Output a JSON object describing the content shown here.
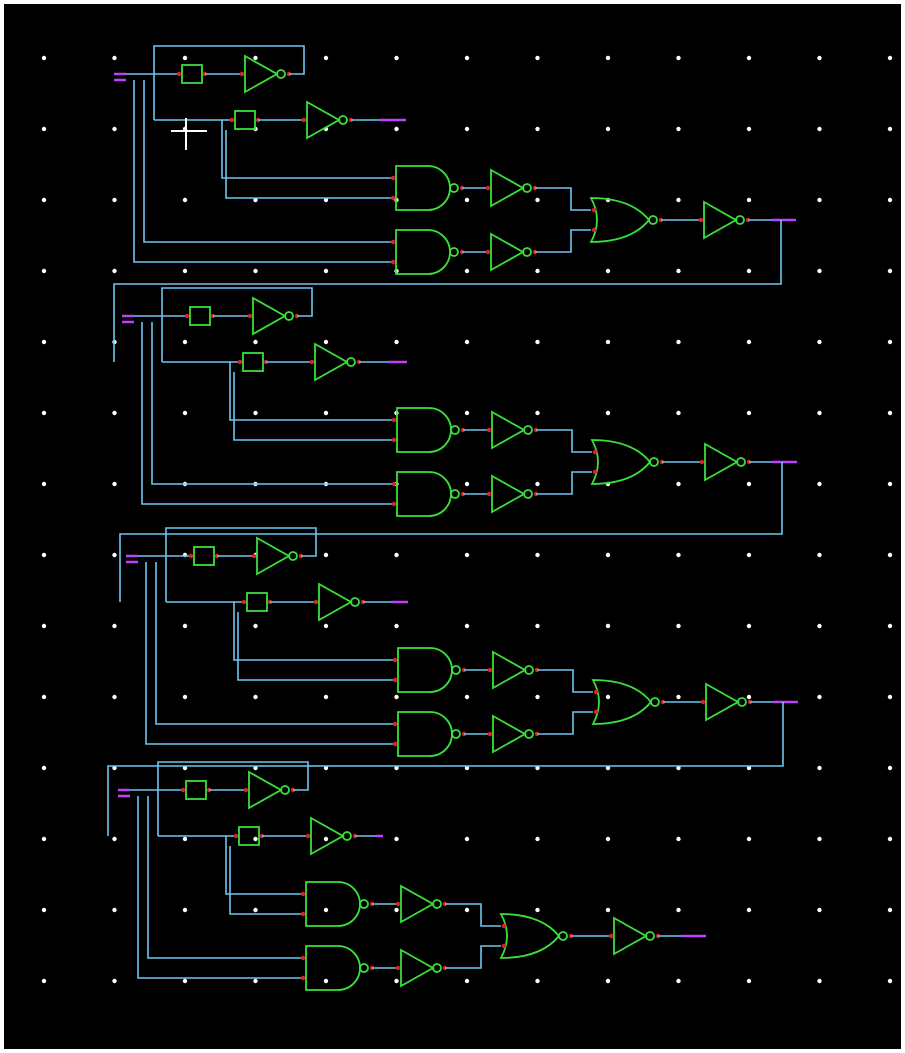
{
  "colors": {
    "background": "#000000",
    "grid_dot": "#ffffff",
    "wire": "#6ec6f0",
    "gate": "#39e039",
    "pin": "#e02020",
    "port": "#c040ff",
    "label": "#e8e020",
    "frame": "#ffffff"
  },
  "stages": [
    {
      "id": "stage-1",
      "gates": [
        "buffer",
        "inverter",
        "buffer",
        "inverter",
        "and",
        "inverter",
        "and",
        "inverter",
        "or",
        "inverter"
      ]
    },
    {
      "id": "stage-2",
      "gates": [
        "buffer",
        "inverter",
        "buffer",
        "inverter",
        "and",
        "inverter",
        "and",
        "inverter",
        "or",
        "inverter"
      ]
    },
    {
      "id": "stage-3",
      "gates": [
        "buffer",
        "inverter",
        "buffer",
        "inverter",
        "and",
        "inverter",
        "and",
        "inverter",
        "or",
        "inverter"
      ]
    },
    {
      "id": "stage-4",
      "gates": [
        "buffer",
        "inverter",
        "buffer",
        "inverter",
        "and",
        "inverter",
        "and",
        "inverter",
        "or",
        "inverter"
      ]
    }
  ],
  "cursor": "crosshair-cursor"
}
